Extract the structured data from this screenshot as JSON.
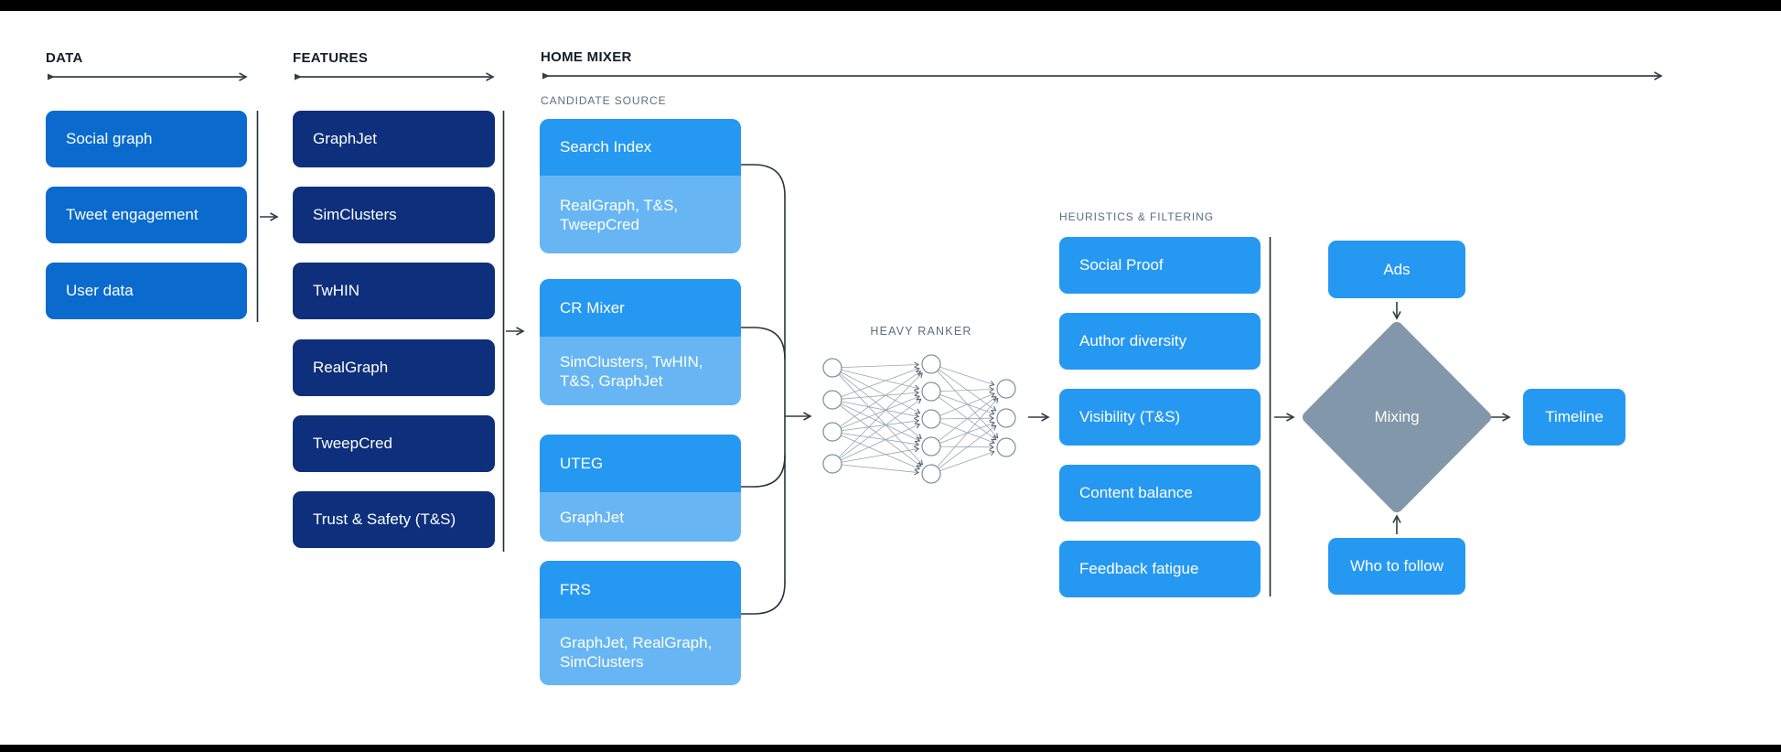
{
  "headers": {
    "data": {
      "label": "DATA"
    },
    "features": {
      "label": "FEATURES"
    },
    "home_mixer": {
      "label": "HOME MIXER"
    }
  },
  "columns": {
    "data": {
      "items": [
        "Social graph",
        "Tweet engagement",
        "User data"
      ]
    },
    "features": {
      "items": [
        "GraphJet",
        "SimClusters",
        "TwHIN",
        "RealGraph",
        "TweepCred",
        "Trust & Safety (T&S)"
      ]
    }
  },
  "candidate_sources": {
    "heading": "CANDIDATE SOURCE",
    "items": [
      {
        "name": "Search Index",
        "sub": "RealGraph, T&S, TweepCred"
      },
      {
        "name": "CR Mixer",
        "sub": "SimClusters, TwHIN, T&S, GraphJet"
      },
      {
        "name": "UTEG",
        "sub": "GraphJet"
      },
      {
        "name": "FRS",
        "sub": "GraphJet, RealGraph, SimClusters"
      }
    ]
  },
  "heavy_ranker": {
    "label": "HEAVY RANKER",
    "input_nodes": 4,
    "hidden_nodes": 5,
    "output_nodes": 3
  },
  "heuristics": {
    "heading": "HEURISTICS & FILTERING",
    "items": [
      "Social Proof",
      "Author diversity",
      "Visibility (T&S)",
      "Content balance",
      "Feedback fatigue"
    ]
  },
  "mixing_stage": {
    "ads_label": "Ads",
    "mixing_label": "Mixing",
    "who_to_follow_label": "Who to follow",
    "timeline_label": "Timeline"
  },
  "colors": {
    "background": "#ffffff",
    "letterbox": "#000000",
    "primary_blue": "#0a6ace",
    "navy": "#0d2f7c",
    "source_blue": "#2598f2",
    "source_light_blue": "#67b6f3",
    "diamond_gray": "#8397aa",
    "line_dark": "#343c46",
    "heading_dark": "#141d28",
    "subheading_gray": "#5d6e7f",
    "network_stroke": "#7f8d99",
    "network_edge": "#9aa5ae",
    "box_text": "#ffffff"
  }
}
